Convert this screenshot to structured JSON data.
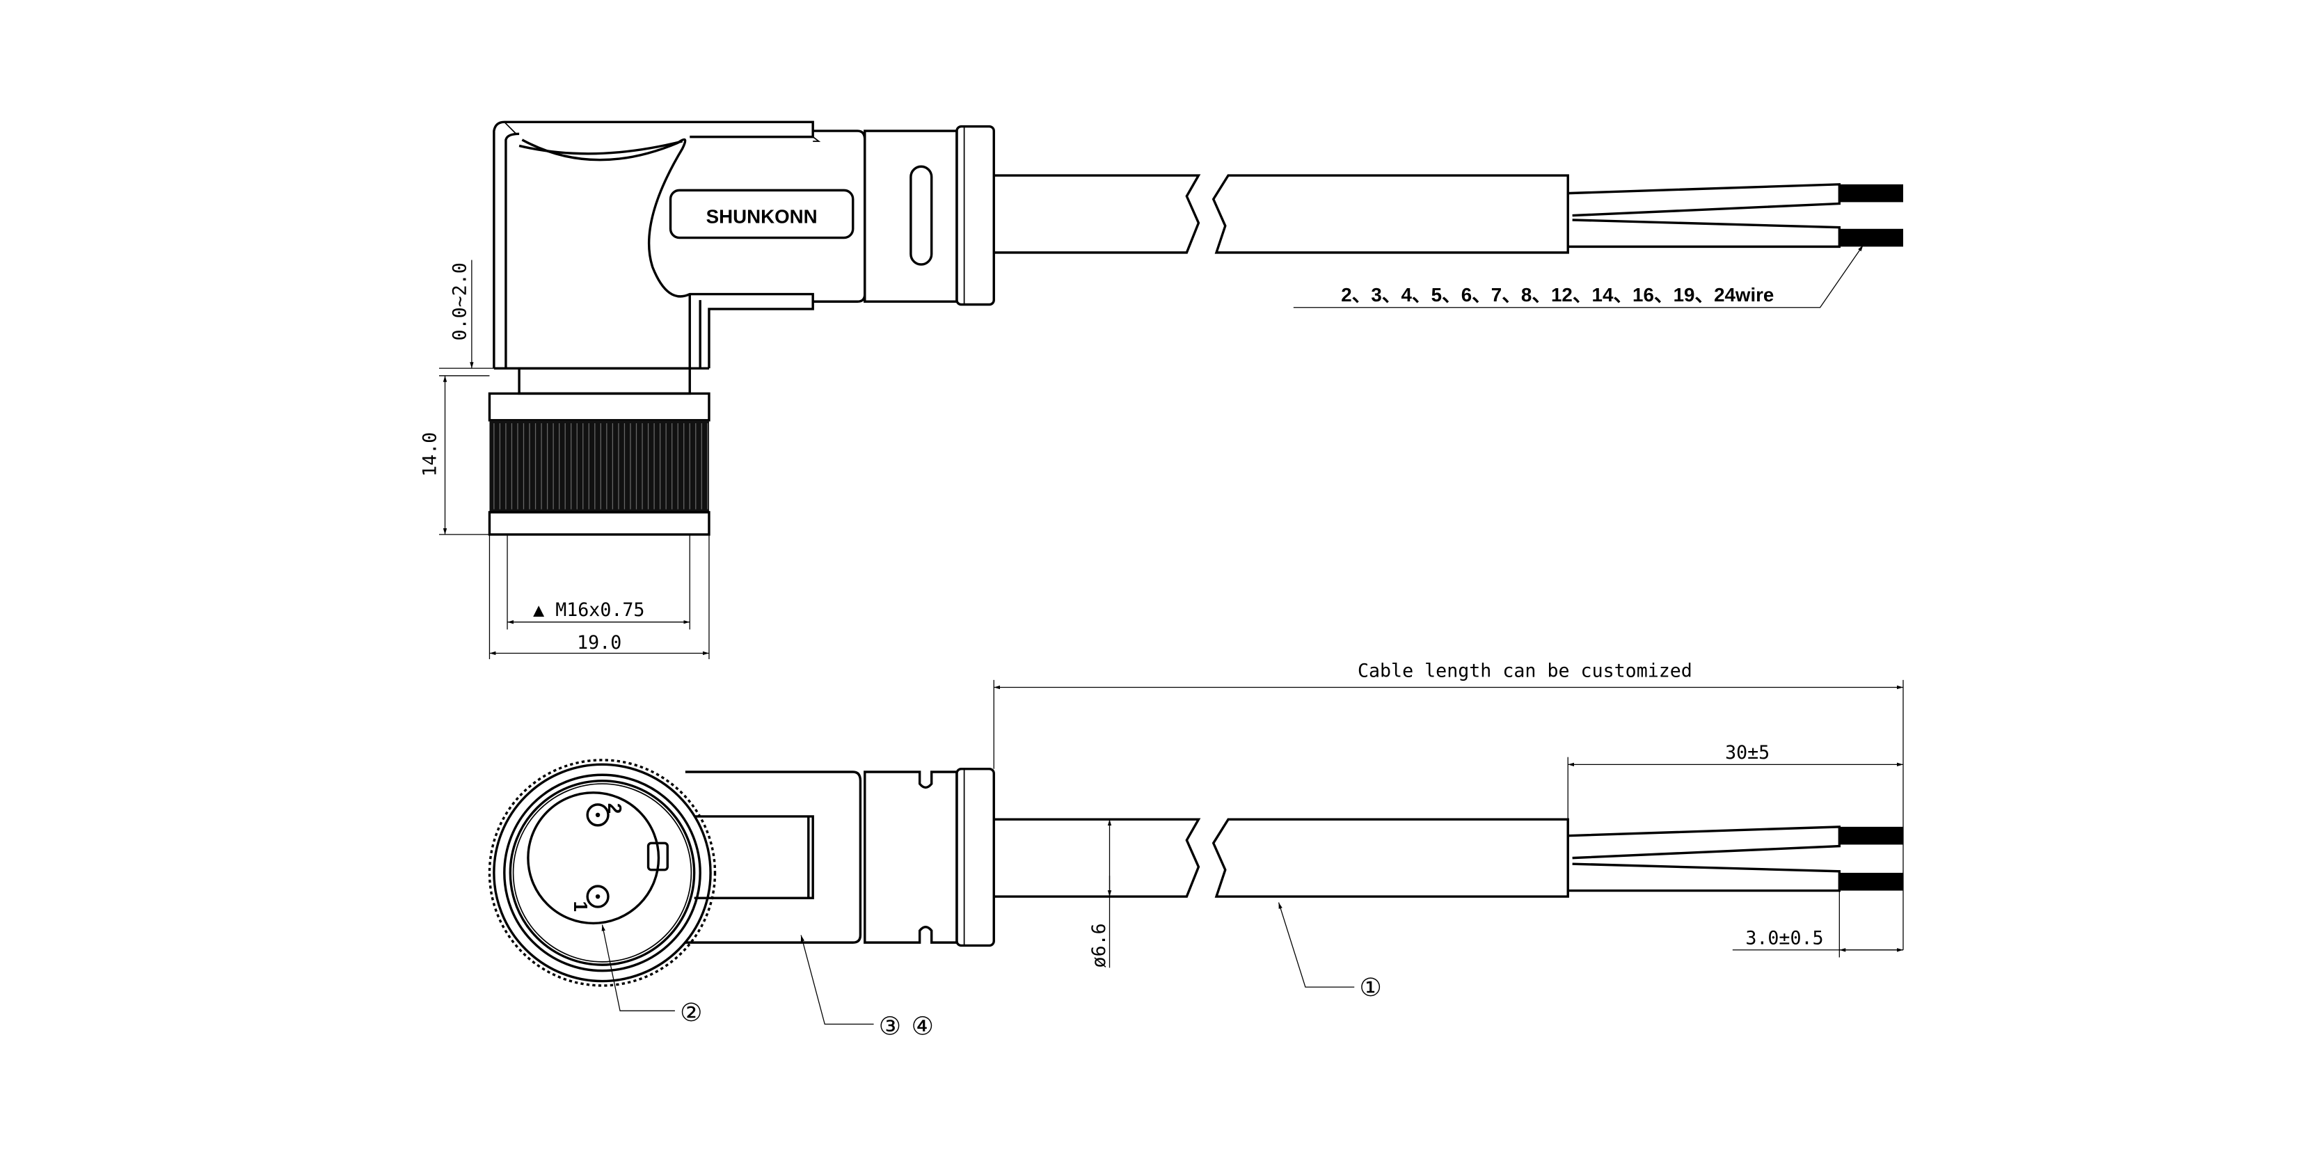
{
  "brand": "SHUNKONN",
  "top_view": {
    "wire_options": "2、3、4、5、6、7、8、12、14、16、19、24wire",
    "gap_dim": "0.0~2.0",
    "height_dim": "14.0",
    "thread_dim": "▲ M16x0.75",
    "width_dim": "19.0"
  },
  "bottom_view": {
    "cable_length_note": "Cable length can be customized",
    "strip_dim": "30±5",
    "tin_dim": "3.0±0.5",
    "diameter_dim": "ø6.6",
    "pin_labels": [
      "1",
      "2"
    ],
    "balloons": [
      "①",
      "②",
      "③",
      "④"
    ]
  },
  "colors": {
    "line": "#000000",
    "background": "#ffffff"
  }
}
